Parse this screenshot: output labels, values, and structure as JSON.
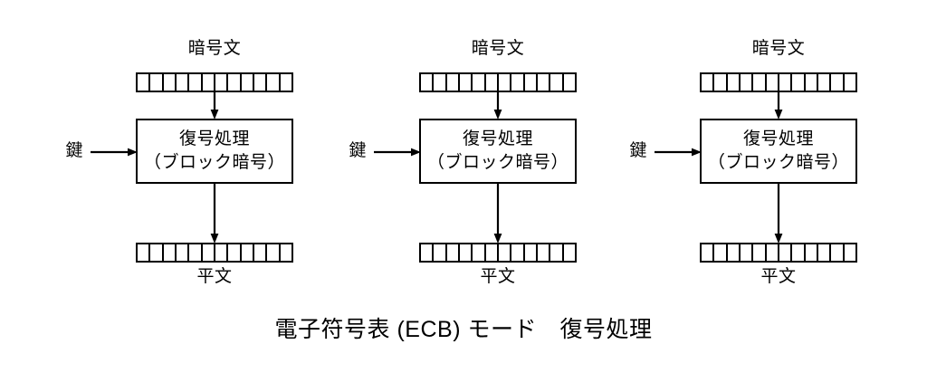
{
  "diagram": {
    "caption": "電子符号表 (ECB) モード　復号処理",
    "cells_per_strip": 12,
    "colors": {
      "stroke": "#000000",
      "background": "#ffffff",
      "text": "#000000"
    },
    "groups": [
      {
        "id": "block-1",
        "ciphertext_label": "暗号文",
        "key_label": "鍵",
        "process_line_1": "復号処理",
        "process_line_2": "（ブロック暗号）",
        "plaintext_label": "平文"
      },
      {
        "id": "block-2",
        "ciphertext_label": "暗号文",
        "key_label": "鍵",
        "process_line_1": "復号処理",
        "process_line_2": "（ブロック暗号）",
        "plaintext_label": "平文"
      },
      {
        "id": "block-3",
        "ciphertext_label": "暗号文",
        "key_label": "鍵",
        "process_line_1": "復号処理",
        "process_line_2": "（ブロック暗号）",
        "plaintext_label": "平文"
      }
    ]
  }
}
